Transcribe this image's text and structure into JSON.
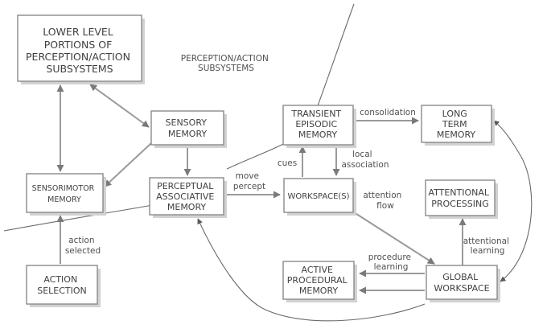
{
  "boxes": {
    "lower_level": [
      "LOWER LEVEL",
      "PORTIONS OF",
      "PERCEPTION/ACTION",
      "SUBSYSTEMS"
    ],
    "sensory_memory": [
      "SENSORY",
      "MEMORY"
    ],
    "sensorimotor_memory": [
      "SENSORIMOTOR",
      "MEMORY"
    ],
    "perceptual_associative": [
      "PERCEPTUAL",
      "ASSOCIATIVE",
      "MEMORY"
    ],
    "transient_episodic": [
      "TRANSIENT",
      "EPISODIC",
      "MEMORY"
    ],
    "long_term_memory": [
      "LONG",
      "TERM",
      "MEMORY"
    ],
    "workspace": [
      "WORKSPACE(S)"
    ],
    "attentional_processing": [
      "ATTENTIONAL",
      "PROCESSING"
    ],
    "action_selection": [
      "ACTION",
      "SELECTION"
    ],
    "active_procedural": [
      "ACTIVE",
      "PROCEDURAL",
      "MEMORY"
    ],
    "global_workspace": [
      "GLOBAL",
      "WORKSPACE"
    ]
  },
  "labels": {
    "region": [
      "PERCEPTION/ACTION",
      "SUBSYSTEMS"
    ],
    "consolidation": [
      "consolidation"
    ],
    "cues": [
      "cues"
    ],
    "local_association": [
      "local",
      "association"
    ],
    "move_percept": [
      "move",
      "percept"
    ],
    "attention_flow": [
      "attention",
      "flow"
    ],
    "action_selected": [
      "action",
      "selected"
    ],
    "procedure_learning": [
      "procedure",
      "learning"
    ],
    "attentional_learning": [
      "attentional",
      "learning"
    ]
  }
}
